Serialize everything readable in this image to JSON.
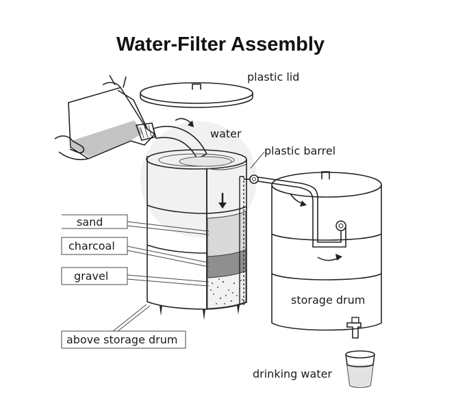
{
  "title": "Water-Filter Assembly",
  "labels": {
    "plastic_lid": "plastic lid",
    "water": "water",
    "plastic_barrel": "plastic barrel",
    "sand": "sand",
    "charcoal": "charcoal",
    "gravel": "gravel",
    "above_storage_drum": "above storage drum",
    "storage_drum": "storage drum",
    "drinking_water": "drinking water"
  },
  "colors": {
    "line": "#222222",
    "sand_layer": "#d9d9d9",
    "charcoal_layer": "#8f8f8f",
    "gravel_layer": "#f0f0f0",
    "water_in_pitcher": "#bfbfbf",
    "watermark": "#eeeeee"
  }
}
